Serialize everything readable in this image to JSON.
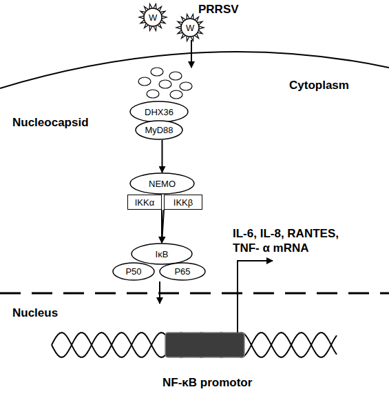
{
  "diagram": {
    "nodes": [
      {
        "text": [
          "DHX36"
        ]
      },
      {
        "text": [
          "MyD88"
        ]
      },
      {
        "text": [
          "NEMO"
        ]
      },
      {
        "text": [
          "IKKα"
        ]
      },
      {
        "text": [
          "IKKβ"
        ]
      },
      {
        "text": [
          "IκB"
        ]
      },
      {
        "text": [
          "P50"
        ]
      },
      {
        "text": [
          "P65"
        ]
      }
    ],
    "edges": [
      {
        "from": 1,
        "to": 2,
        "arrow": "to"
      },
      {
        "from": 3,
        "to": 5,
        "arrow": "to"
      },
      {
        "from": 4,
        "to": 5,
        "arrow": "to"
      }
    ],
    "labels": [
      "PRRSV",
      "W",
      "W",
      "Cytoplasm",
      "Nucleocapsid",
      "IL-6, IL-8, RANTES, TNF- α mRNA",
      "Nucleus",
      "NF-κB promotor"
    ]
  }
}
